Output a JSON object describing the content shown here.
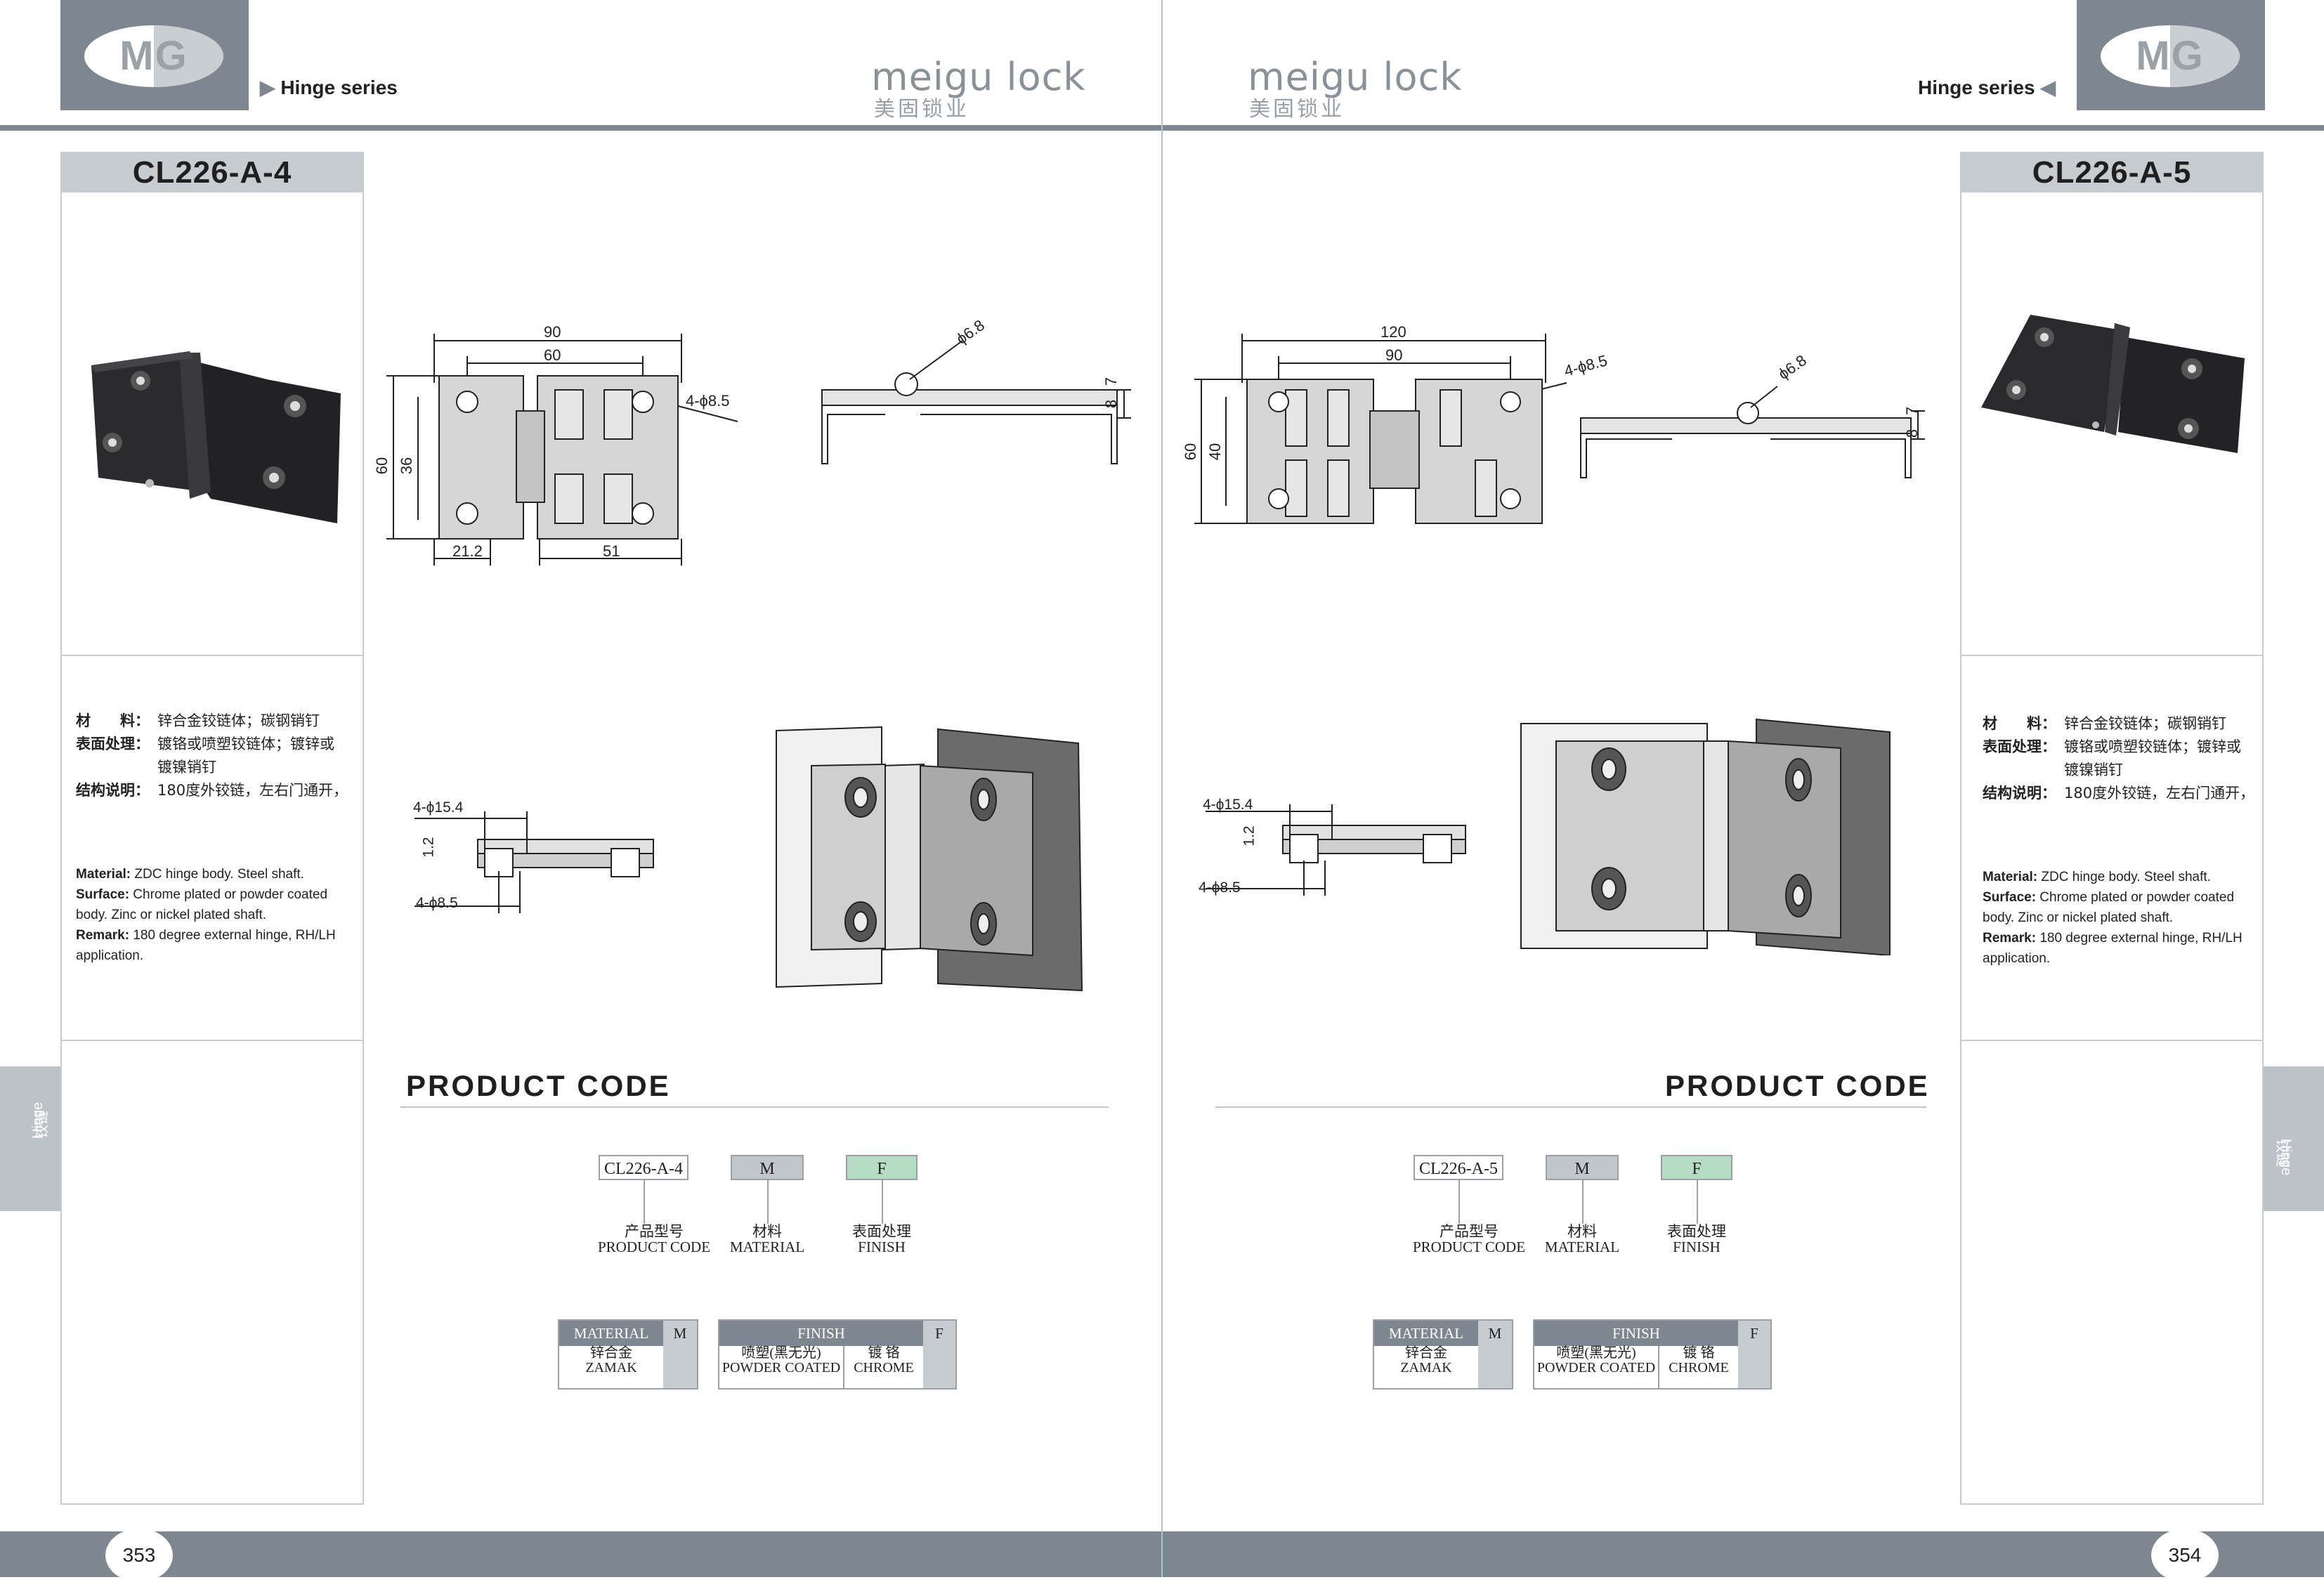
{
  "header": {
    "logo_text": "MG",
    "series_label": "Hinge series",
    "brand_text": "meigu lock",
    "brand_subtext": "美固锁业"
  },
  "side_tab": {
    "cn": "铰链",
    "en": "Hinge"
  },
  "left_page": {
    "page_number": "353",
    "product_code": "CL226-A-4",
    "dims_top": [
      "90",
      "60",
      "4-ϕ8.5",
      "60",
      "36",
      "21.2",
      "51"
    ],
    "dims_side": [
      "ϕ6.8",
      "7",
      "8"
    ],
    "dims_section": [
      "4-ϕ15.4",
      "1.2",
      "4-ϕ8.5"
    ],
    "spec_cn": [
      {
        "label": "材　　料：",
        "value": "锌合金铰链体；碳钢销钉"
      },
      {
        "label": "表面处理：",
        "value": "镀铬或喷塑铰链体；镀锌或镀镍销钉"
      },
      {
        "label": "结构说明：",
        "value": "180度外铰链，左右门通开，"
      }
    ],
    "spec_en": [
      {
        "label": "Material:",
        "value": " ZDC hinge body. Steel shaft."
      },
      {
        "label": "Surface:",
        "value": " Chrome plated or powder coated body. Zinc or nickel plated shaft."
      },
      {
        "label": "Remark:",
        "value": " 180 degree external hinge, RH/LH application."
      }
    ]
  },
  "right_page": {
    "page_number": "354",
    "product_code": "CL226-A-5",
    "dims_top": [
      "120",
      "90",
      "4-ϕ8.5",
      "60",
      "40"
    ],
    "dims_side": [
      "ϕ6.8",
      "7",
      "8"
    ],
    "dims_section": [
      "4-ϕ15.4",
      "1.2",
      "4-ϕ8.5"
    ],
    "spec_cn": [
      {
        "label": "材　　料：",
        "value": "锌合金铰链体；碳钢销钉"
      },
      {
        "label": "表面处理：",
        "value": "镀铬或喷塑铰链体；镀锌或镀镍销钉"
      },
      {
        "label": "结构说明：",
        "value": "180度外铰链，左右门通开，"
      }
    ],
    "spec_en": [
      {
        "label": "Material:",
        "value": " ZDC hinge body. Steel shaft."
      },
      {
        "label": "Surface:",
        "value": " Chrome plated or powder coated body. Zinc or nickel plated shaft."
      },
      {
        "label": "Remark:",
        "value": " 180 degree external hinge, RH/LH application."
      }
    ]
  },
  "product_code_section": {
    "title": "PRODUCT CODE",
    "left_code": "CL226-A-4",
    "right_code": "CL226-A-5",
    "material_code": "M",
    "finish_code": "F",
    "cap_code_cn": "产品型号",
    "cap_code_en": "PRODUCT CODE",
    "cap_material_cn": "材料",
    "cap_material_en": "MATERIAL",
    "cap_finish_cn": "表面处理",
    "cap_finish_en": "FINISH",
    "material_table": {
      "header": "MATERIAL",
      "code": "M",
      "value_cn": "锌合金",
      "value_en": "ZAMAK"
    },
    "finish_table": {
      "header": "FINISH",
      "code": "F",
      "opt1_cn": "喷塑(黑无光)",
      "opt1_en": "POWDER COATED",
      "opt2_cn": "镀 铬",
      "opt2_en": "CHROME"
    }
  },
  "colors": {
    "header_gray": "#7e8790",
    "panel_gray": "#c7ccd0",
    "finish_box": "#b5ddc4",
    "material_box": "#c0c6cb"
  }
}
